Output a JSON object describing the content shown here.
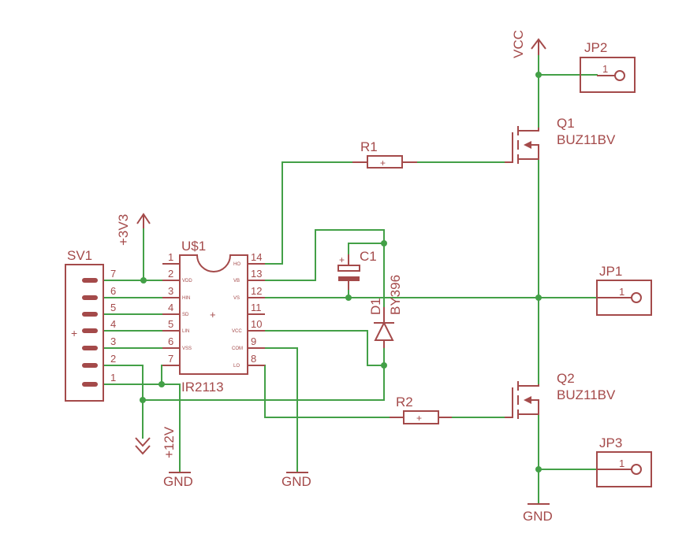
{
  "connector": {
    "name": "SV1",
    "pins": [
      "7",
      "6",
      "5",
      "4",
      "3",
      "2",
      "1"
    ]
  },
  "driver": {
    "name": "U$1",
    "value": "IR2113",
    "left_pins": [
      "1",
      "2",
      "3",
      "4",
      "5",
      "6",
      "7"
    ],
    "right_pins": [
      "14",
      "13",
      "12",
      "11",
      "10",
      "9",
      "8"
    ],
    "left_signals": [
      "VDD",
      "HIN",
      "SD",
      "LIN",
      "VSS"
    ],
    "right_signals": [
      "HO",
      "VB",
      "VS",
      "VCC",
      "COM",
      "LO"
    ]
  },
  "supplies": {
    "v33": "+3V3",
    "v12": "+12V",
    "vcc": "VCC",
    "gnd": "GND"
  },
  "resistors": {
    "r1": "R1",
    "r2": "R2"
  },
  "capacitor": {
    "name": "C1",
    "polarity": "+"
  },
  "diode": {
    "name": "D1",
    "value": "BY396"
  },
  "transistors": {
    "q1": {
      "name": "Q1",
      "value": "BUZ11BV"
    },
    "q2": {
      "name": "Q2",
      "value": "BUZ11BV"
    }
  },
  "jumpers": {
    "jp1": {
      "name": "JP1",
      "pin": "1"
    },
    "jp2": {
      "name": "JP2",
      "pin": "1"
    },
    "jp3": {
      "name": "JP3",
      "pin": "1"
    }
  },
  "symbols": {
    "resistor_mark": "+",
    "center_mark": "+"
  },
  "colors": {
    "net": "#43a047",
    "symbol": "#a44a4a",
    "background": "#ffffff"
  }
}
